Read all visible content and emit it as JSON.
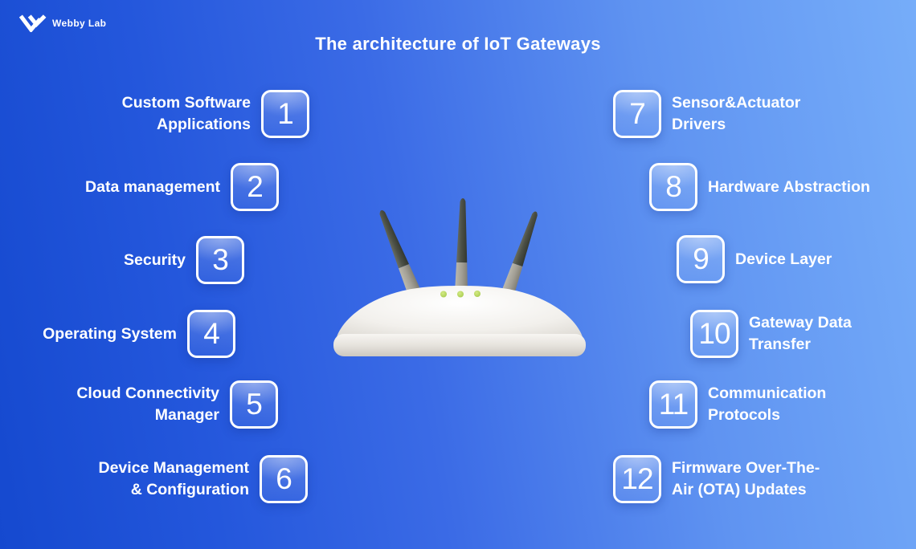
{
  "page": {
    "title": "The architecture of IoT Gateways"
  },
  "logo": {
    "name": "Webby Lab"
  },
  "items": [
    {
      "number": "1",
      "label": "Custom Software\nApplications",
      "side": "left"
    },
    {
      "number": "2",
      "label": "Data management",
      "side": "left"
    },
    {
      "number": "3",
      "label": "Security",
      "side": "left"
    },
    {
      "number": "4",
      "label": "Operating System",
      "side": "left"
    },
    {
      "number": "5",
      "label": "Cloud Connectivity\nManager",
      "side": "left"
    },
    {
      "number": "6",
      "label": "Device Management\n& Configuration",
      "side": "left"
    },
    {
      "number": "7",
      "label": "Sensor&Actuator\nDrivers",
      "side": "right"
    },
    {
      "number": "8",
      "label": "Hardware Abstraction",
      "side": "right"
    },
    {
      "number": "9",
      "label": "Device Layer",
      "side": "right"
    },
    {
      "number": "10",
      "label": "Gateway Data\nTransfer",
      "side": "right"
    },
    {
      "number": "11",
      "label": "Communication\nProtocols",
      "side": "right"
    },
    {
      "number": "12",
      "label": "Firmware Over-The-\nAir (OTA) Updates",
      "side": "right"
    }
  ],
  "illustration": {
    "name": "iot-gateway-router",
    "antenna_count": 3,
    "led_count": 3,
    "led_color": "#b3d45c",
    "rainbow_strip": [
      "#f0860f",
      "#ec7f7d",
      "#d96fd0",
      "#9d7bf4",
      "#49a8f5"
    ]
  },
  "colors": {
    "background_gradient_start": "#1549cf",
    "background_gradient_end": "#76adf9",
    "box_border": "#ffffff",
    "text": "#ffffff"
  }
}
